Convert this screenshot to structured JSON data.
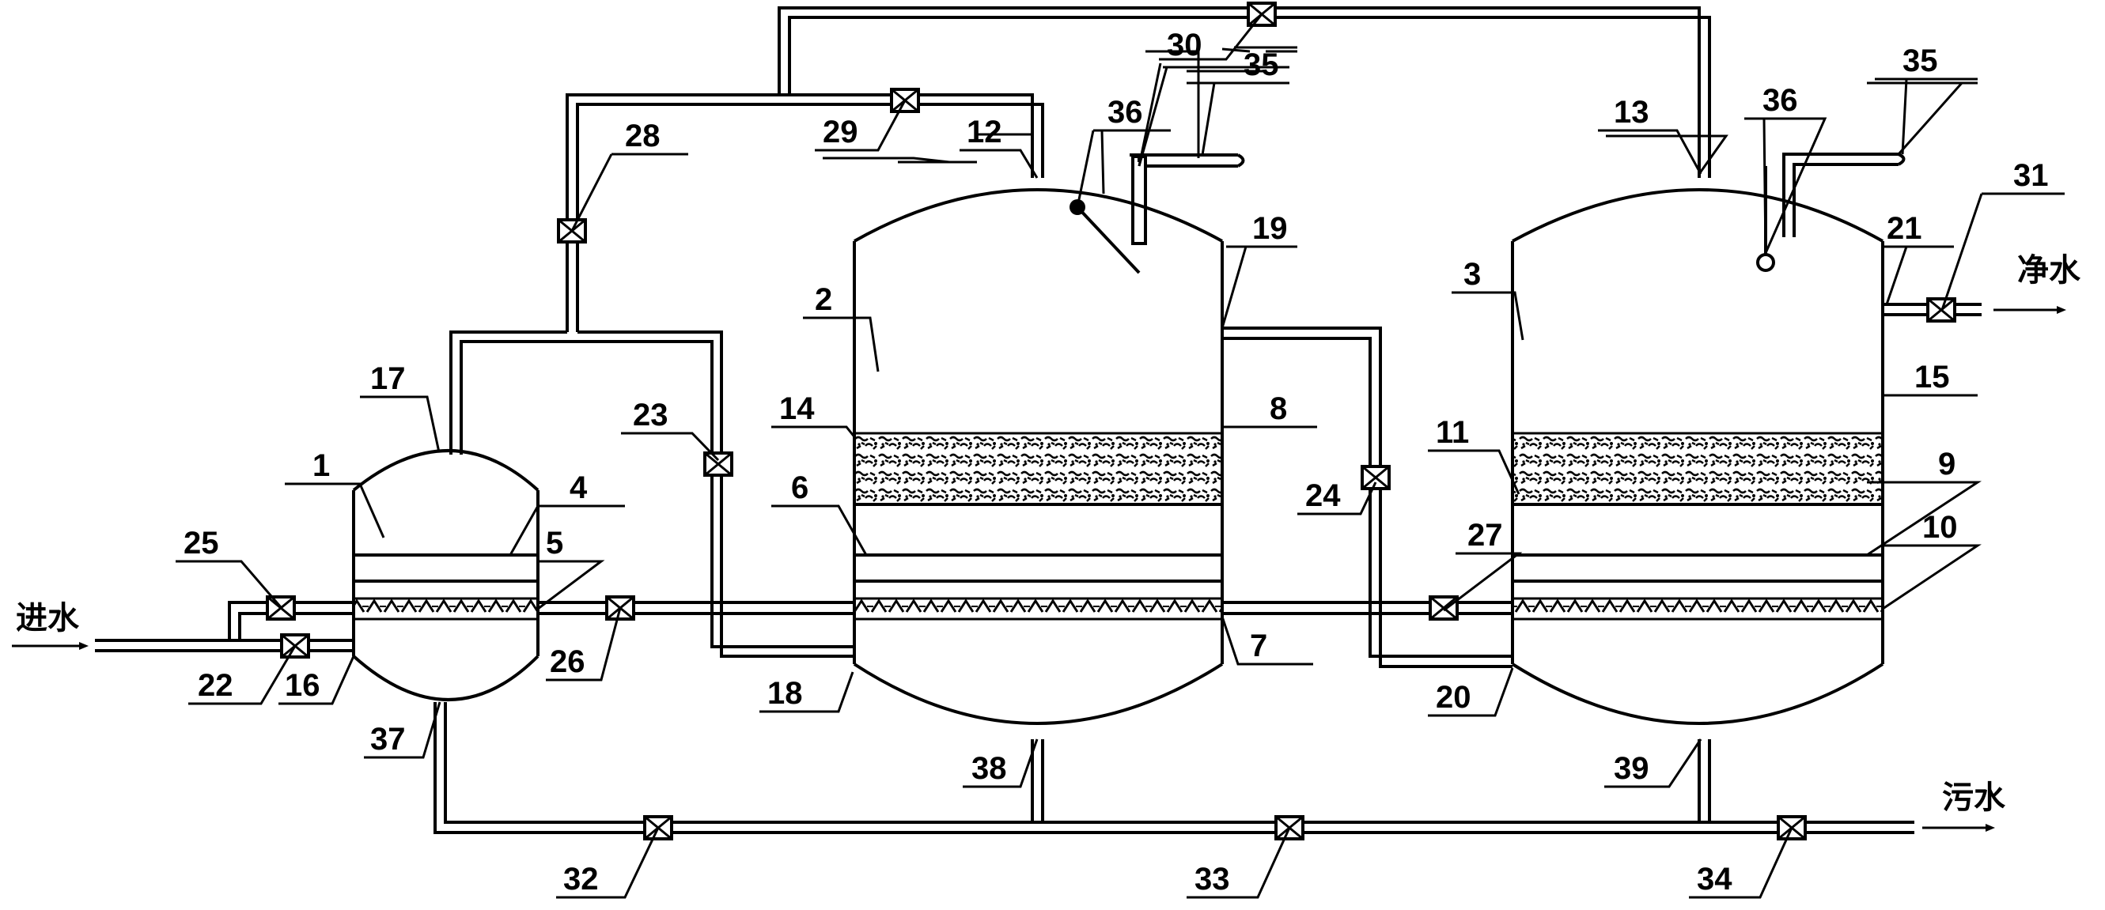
{
  "flow_labels": {
    "inlet": "进水",
    "clean": "净水",
    "waste": "污水"
  },
  "labels": {
    "n1": "1",
    "n2": "2",
    "n3": "3",
    "n4": "4",
    "n5": "5",
    "n6": "6",
    "n7": "7",
    "n8": "8",
    "n9": "9",
    "n10": "10",
    "n11": "11",
    "n12": "12",
    "n13": "13",
    "n14": "14",
    "n15": "15",
    "n16": "16",
    "n17": "17",
    "n18": "18",
    "n19": "19",
    "n20": "20",
    "n21": "21",
    "n22": "22",
    "n23": "23",
    "n24": "24",
    "n25": "25",
    "n26": "26",
    "n27": "27",
    "n28": "28",
    "n29": "29",
    "n30": "30",
    "n31": "31",
    "n32": "32",
    "n33": "33",
    "n34": "34",
    "n35a": "35",
    "n35b": "35",
    "n36a": "36",
    "n36b": "36",
    "n37": "37",
    "n38": "38",
    "n39": "39"
  }
}
